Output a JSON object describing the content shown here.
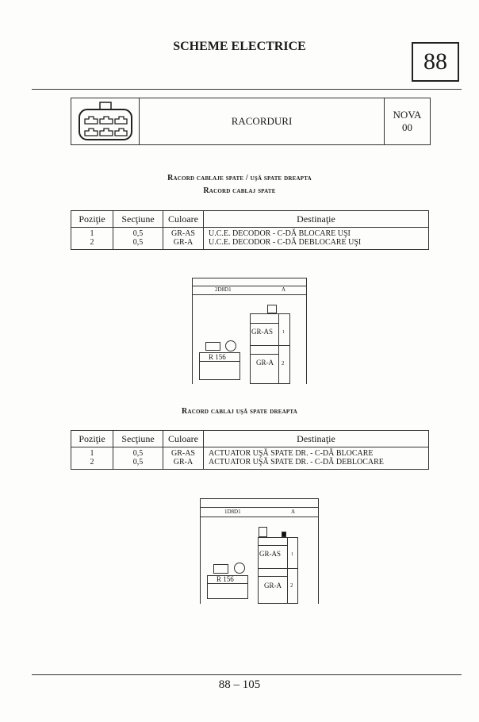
{
  "header": {
    "title": "SCHEME ELECTRICE",
    "page_number": "88"
  },
  "info_box": {
    "icon": "connector-icon",
    "label": "RACORDURI",
    "model": "NOVA",
    "version": "00"
  },
  "section1": {
    "title_line1": "Racord cablaje spate / uşă spate dreapta",
    "title_line2": "Racord cablaj spate",
    "columns": [
      "Poziţie",
      "Secţiune",
      "Culoare",
      "Destinaţie"
    ],
    "rows": [
      {
        "pos": "1",
        "sec": "0,5",
        "col": "GR-AS",
        "dest": "U.C.E. DECODOR  - C-DĂ  BLOCARE UŞI"
      },
      {
        "pos": "2",
        "sec": "0,5",
        "col": "GR-A",
        "dest": "U.C.E. DECODOR  - C-DĂ  DEBLOCARE UŞI"
      }
    ],
    "diagram": {
      "code": "2D8D1",
      "letter": "A",
      "wire1": "GR-AS",
      "wire2": "GR-A",
      "pin1": "1",
      "pin2": "2",
      "ref": "R 156"
    }
  },
  "section2": {
    "title": "Racord cablaj uşă spate dreapta",
    "columns": [
      "Poziţie",
      "Secţiune",
      "Culoare",
      "Destinaţie"
    ],
    "rows": [
      {
        "pos": "1",
        "sec": "0,5",
        "col": "GR-AS",
        "dest": "ACTUATOR  UŞĂ SPATE DR.   - C-DĂ BLOCARE"
      },
      {
        "pos": "2",
        "sec": "0,5",
        "col": "GR-A",
        "dest": "ACTUATOR  UŞĂ SPATE DR. -  C-DĂ  DEBLOCARE"
      }
    ],
    "diagram": {
      "code": "1D8D1",
      "letter": "A",
      "wire1": "GR-AS",
      "wire2": "GR-A",
      "pin1": "1",
      "pin2": "2",
      "ref": "R 156"
    }
  },
  "footer": {
    "page": "88 – 105"
  }
}
